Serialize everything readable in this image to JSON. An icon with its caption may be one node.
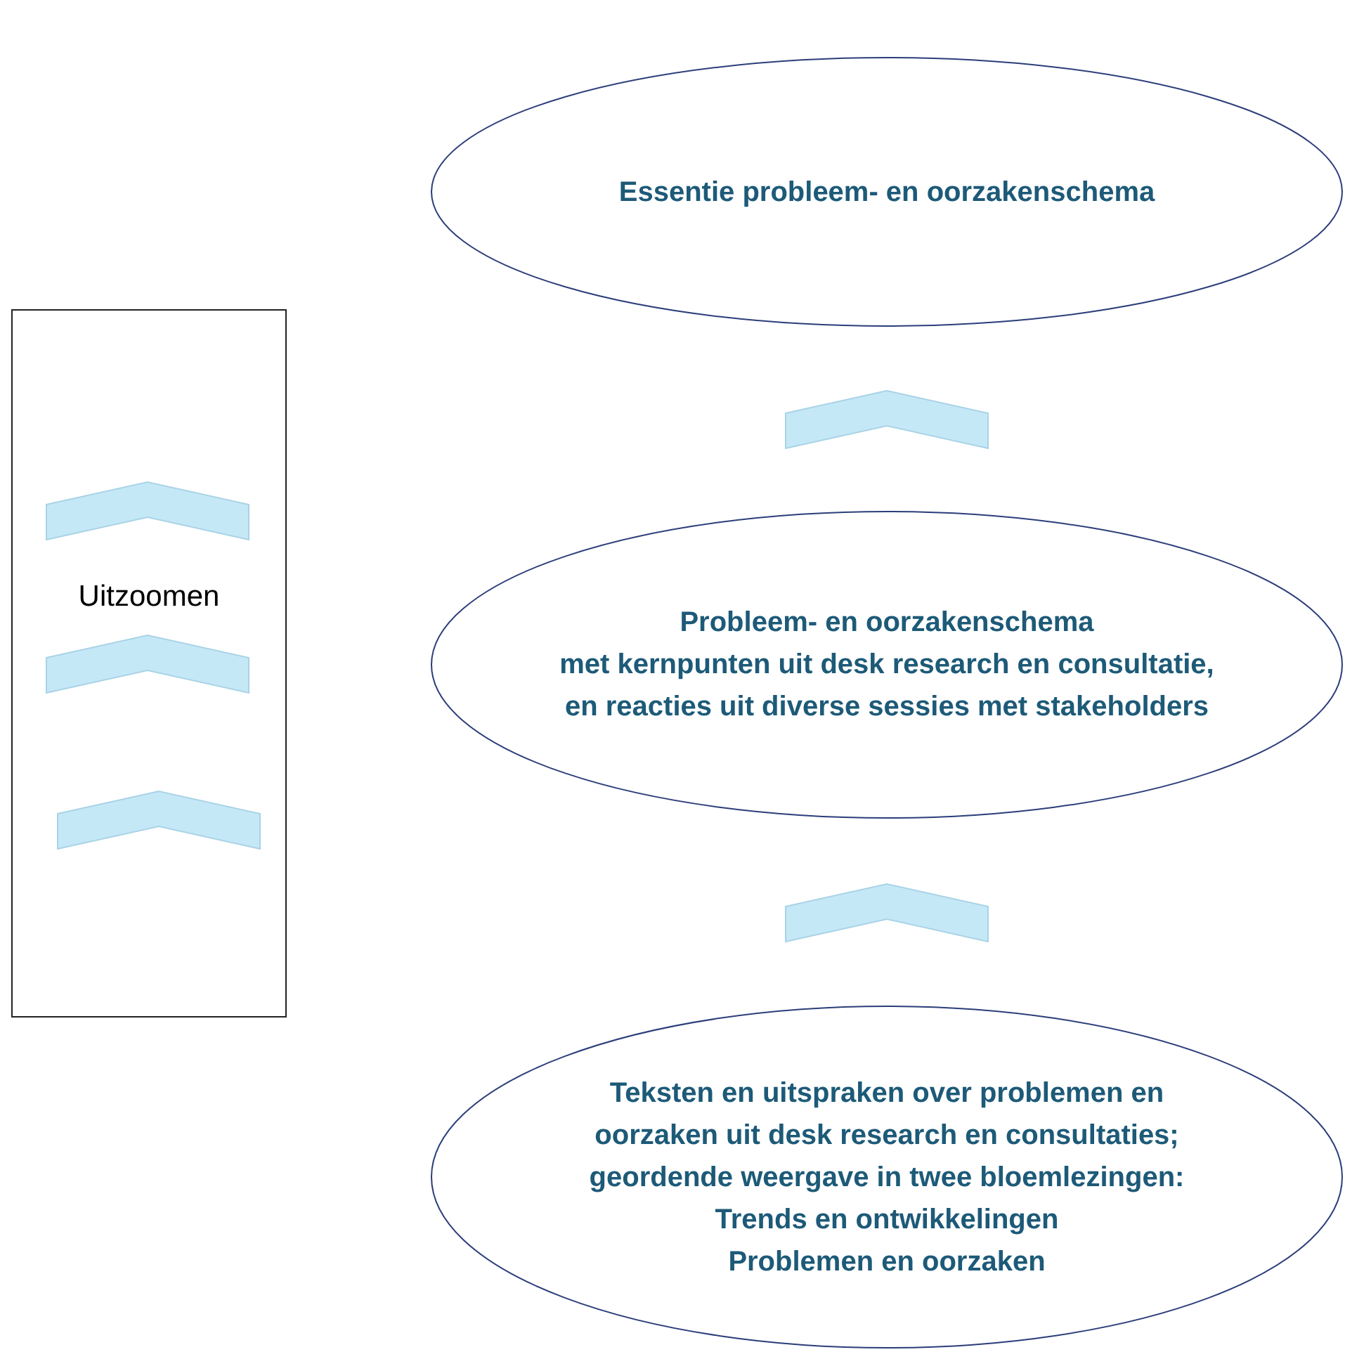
{
  "diagram": {
    "nodes": [
      {
        "text": [
          "Essentie probleem- en oorzakenschema"
        ]
      },
      {
        "text": [
          "Probleem- en oorzakenschema",
          "met kernpunten uit desk research en consultatie, en reacties uit diverse sessies met stakeholders"
        ]
      },
      {
        "text": [
          "Teksten en uitspraken over problemen en oorzaken uit desk research en consultaties; geordende weergave in twee bloemlezingen:",
          "Trends en ontwikkelingen",
          "Problemen en oorzaken"
        ]
      },
      {
        "text": [
          "Uitzoomen"
        ]
      }
    ],
    "edges": [
      {
        "from": 1,
        "to": 0,
        "arrow": "to"
      },
      {
        "from": 2,
        "to": 1,
        "arrow": "to"
      }
    ]
  }
}
